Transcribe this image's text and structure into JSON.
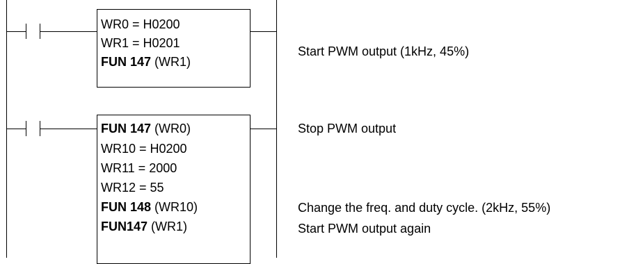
{
  "rung1": {
    "lines": [
      {
        "bold": "",
        "text": "WR0 = H0200"
      },
      {
        "bold": "",
        "text": "WR1 = H0201"
      },
      {
        "bold": "FUN 147",
        "text": " (WR1)"
      }
    ],
    "comment": "Start PWM output (1kHz, 45%)"
  },
  "rung2": {
    "lines": [
      {
        "bold": "FUN 147",
        "text": " (WR0)"
      },
      {
        "bold": "",
        "text": "WR10 = H0200"
      },
      {
        "bold": "",
        "text": "WR11 = 2000"
      },
      {
        "bold": "",
        "text": "WR12 = 55"
      },
      {
        "bold": "FUN 148",
        "text": " (WR10)"
      },
      {
        "bold": "FUN147",
        "text": " (WR1)"
      }
    ],
    "comments": [
      "Stop PWM output",
      "Change the freq. and duty cycle. (2kHz, 55%)",
      "Start PWM output again"
    ]
  }
}
